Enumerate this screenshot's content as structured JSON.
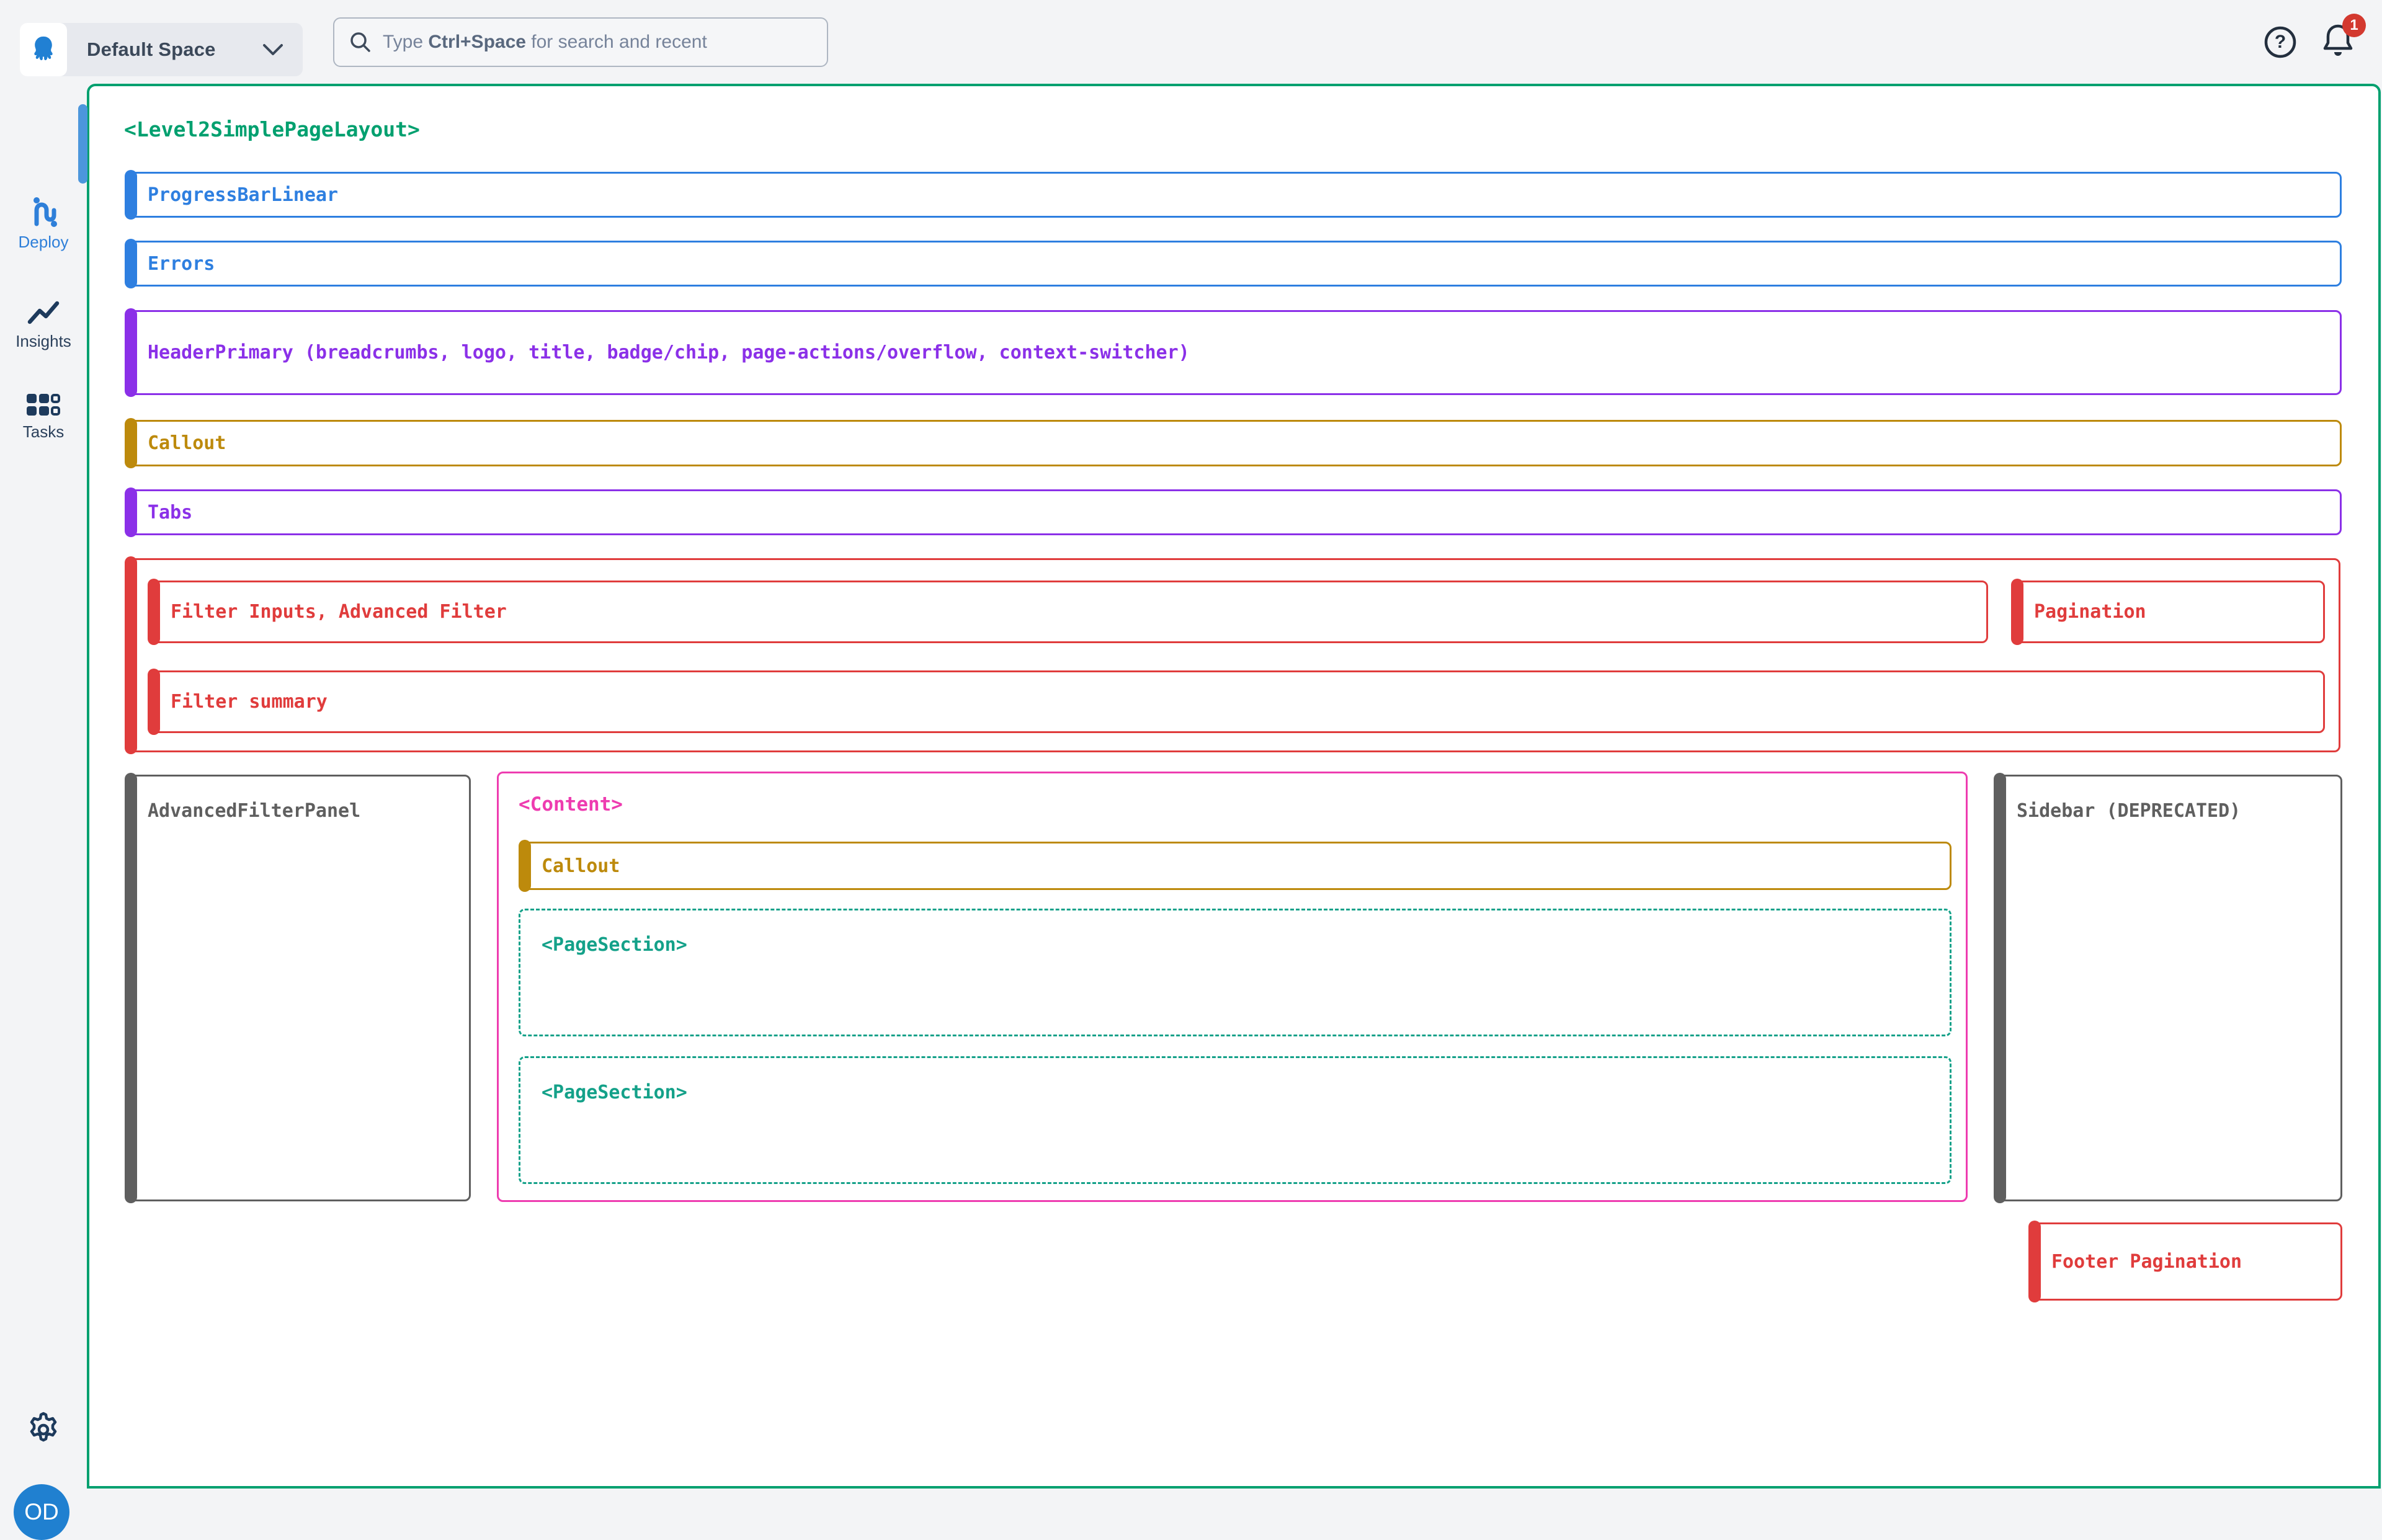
{
  "topbar": {
    "space_name": "Default Space",
    "search": {
      "prefix": "Type ",
      "hotkey": "Ctrl+Space",
      "suffix": " for search and recent"
    },
    "notification_badge": "1"
  },
  "sidebar": {
    "deploy_label": "Deploy",
    "insights_label": "Insights",
    "tasks_label": "Tasks",
    "avatar_initials": "OD"
  },
  "canvas": {
    "root_label": "<Level2SimplePageLayout>",
    "progress_bar_label": "ProgressBarLinear",
    "errors_label": "Errors",
    "header_primary_label": "HeaderPrimary (breadcrumbs, logo, title, badge/chip, page-actions/overflow, context-switcher)",
    "callout_label": "Callout",
    "tabs_label": "Tabs",
    "filter_inputs_label": "Filter Inputs, Advanced Filter",
    "pagination_label": "Pagination",
    "filter_summary_label": "Filter summary",
    "advanced_filter_panel_label": "AdvancedFilterPanel",
    "content_label": "<Content>",
    "content_callout_label": "Callout",
    "page_section_1_label": "<PageSection>",
    "page_section_2_label": "<PageSection>",
    "sidebar_deprecated_label": "Sidebar (DEPRECATED)",
    "footer_pagination_label": "Footer Pagination"
  },
  "colors": {
    "layout_green": "#00a06f",
    "component_blue": "#2e7fe0",
    "component_purple": "#8b30e8",
    "component_gold": "#bd8a0c",
    "component_red": "#e03c3c",
    "content_pink": "#ee3cb0",
    "page_section_teal": "#14a189",
    "deprecated_gray": "#5f5f5f",
    "active_indicator_blue": "#4c96dc",
    "badge_red": "#d3392f",
    "brand_blue": "#2080d0"
  }
}
